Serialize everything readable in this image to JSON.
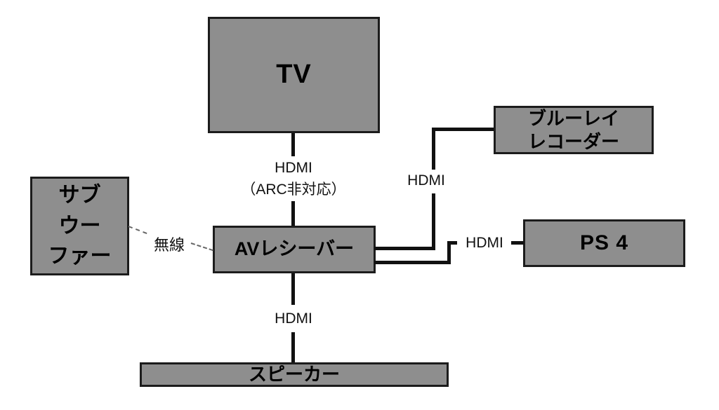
{
  "nodes": {
    "tv": {
      "label": "TV"
    },
    "bluray_recorder": {
      "line1": "ブルーレイ",
      "line2": "レコーダー"
    },
    "subwoofer": {
      "line1": "サブ",
      "line2": "ウー",
      "line3": "ファー"
    },
    "av_receiver": {
      "label": "AVレシーバー"
    },
    "ps4": {
      "label": "PS 4"
    },
    "speaker": {
      "label": "スピーカー"
    }
  },
  "connections": {
    "tv_to_avr": {
      "line1": "HDMI",
      "line2": "（ARC非対応）"
    },
    "bluray_to_avr": {
      "label": "HDMI"
    },
    "ps4_to_avr": {
      "label": "HDMI"
    },
    "avr_to_speaker": {
      "label": "HDMI"
    },
    "subwoofer_to_avr": {
      "label": "無線"
    }
  },
  "colors": {
    "background": "#ffffff",
    "node_fill": "#8e8e8e",
    "node_border": "#1c1c1c",
    "connector": "#111111",
    "wireless_dash": "#666666",
    "text": "#000000"
  }
}
